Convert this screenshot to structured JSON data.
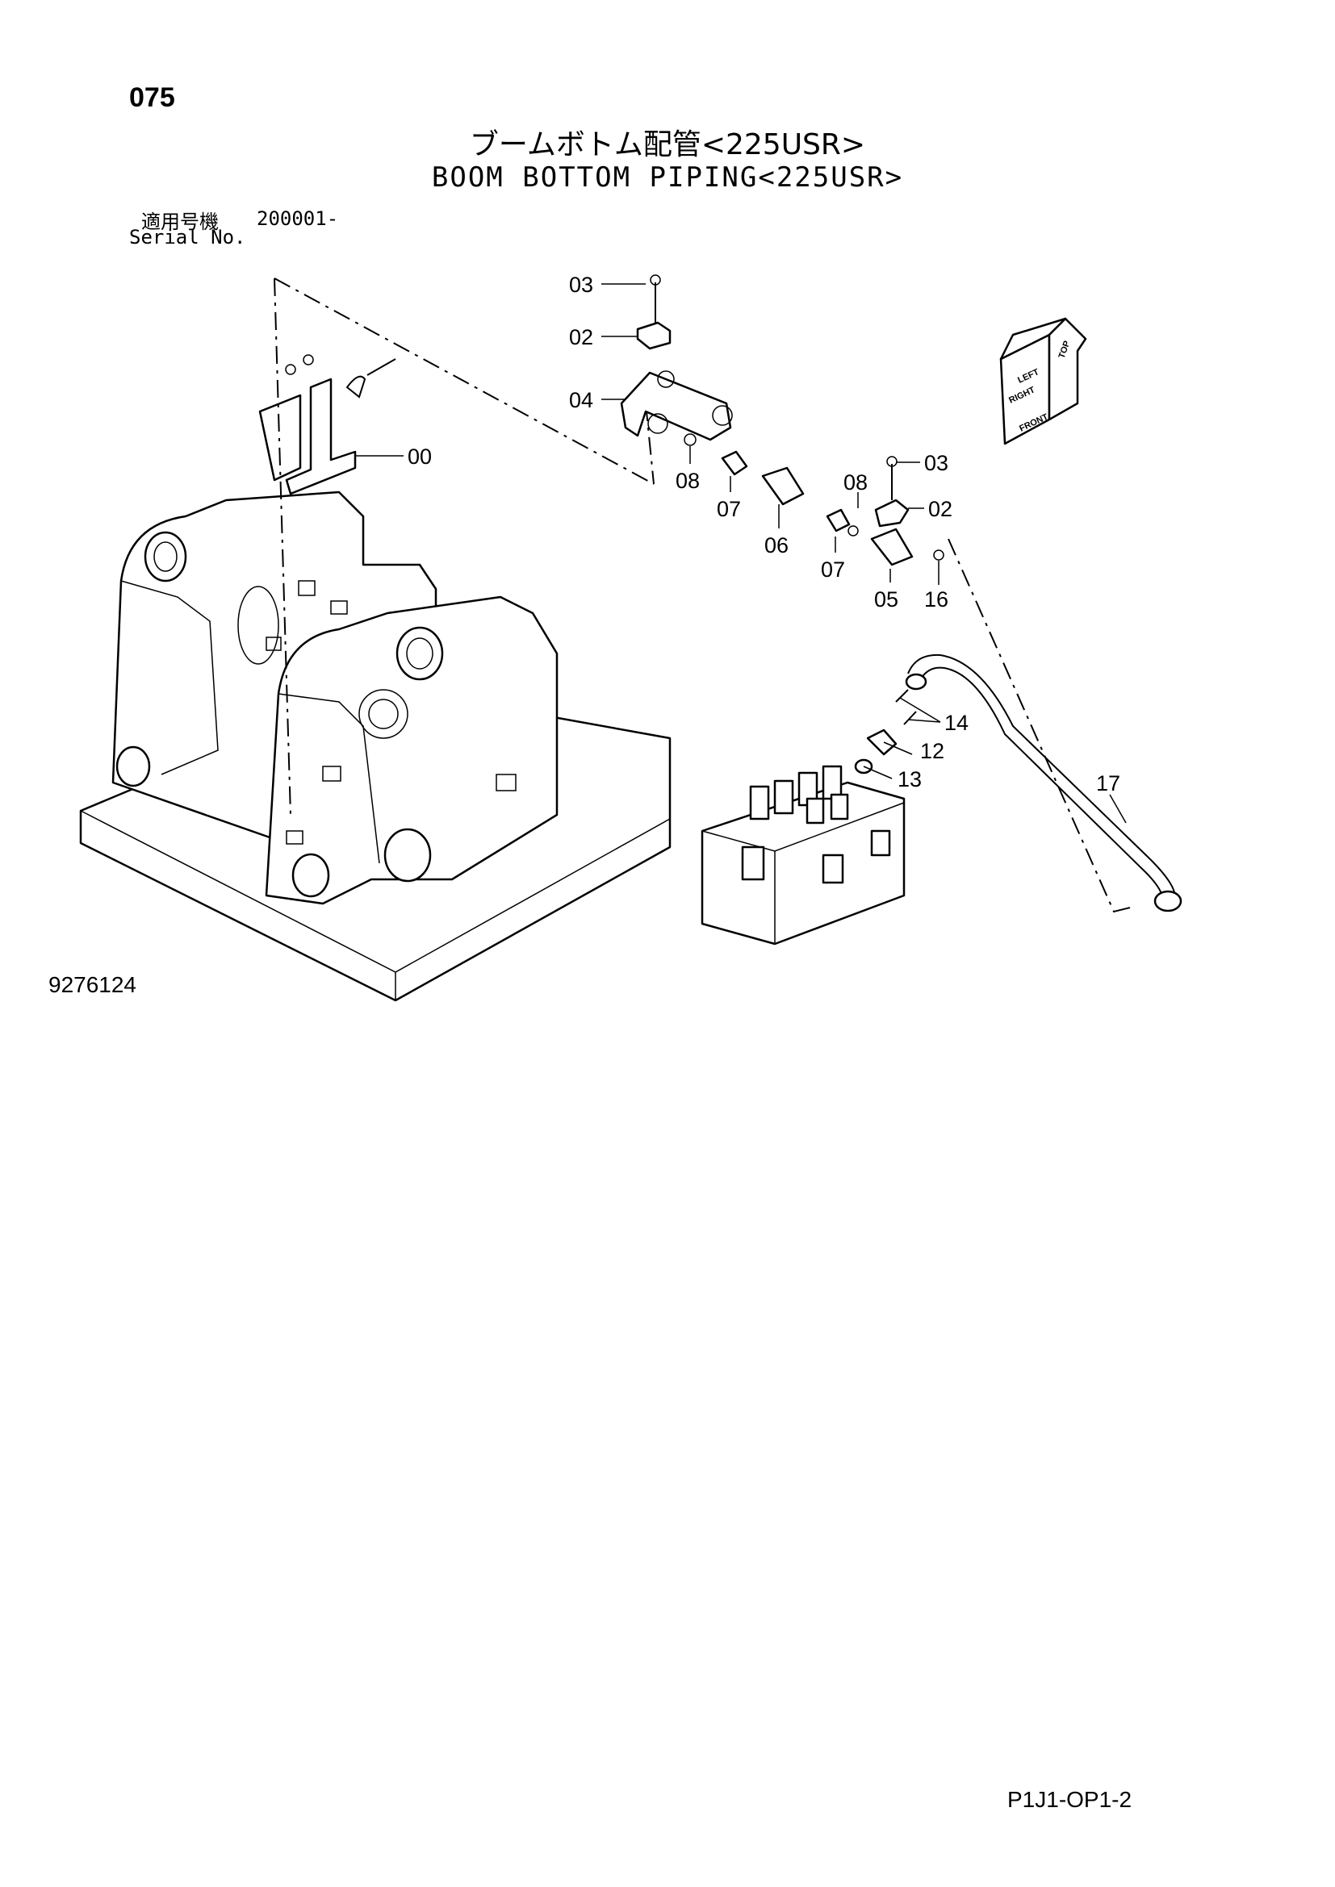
{
  "header": {
    "page_number": "075",
    "title_jp": "ブームボトム配管<225USR>",
    "title_en": "BOOM BOTTOM PIPING<225USR>"
  },
  "serial": {
    "label_jp": "適用号機",
    "value": "200001-",
    "label_en": "Serial No."
  },
  "callouts": [
    "03",
    "02",
    "04",
    "00",
    "08",
    "07",
    "06",
    "08",
    "03",
    "02",
    "07",
    "05",
    "16",
    "14",
    "12",
    "13",
    "17"
  ],
  "orientation_marker": {
    "labels": [
      "LEFT",
      "RIGHT",
      "FRONT",
      "TOP"
    ]
  },
  "footer": {
    "drawing_number": "9276124",
    "page_code": "P1J1-OP1-2"
  }
}
